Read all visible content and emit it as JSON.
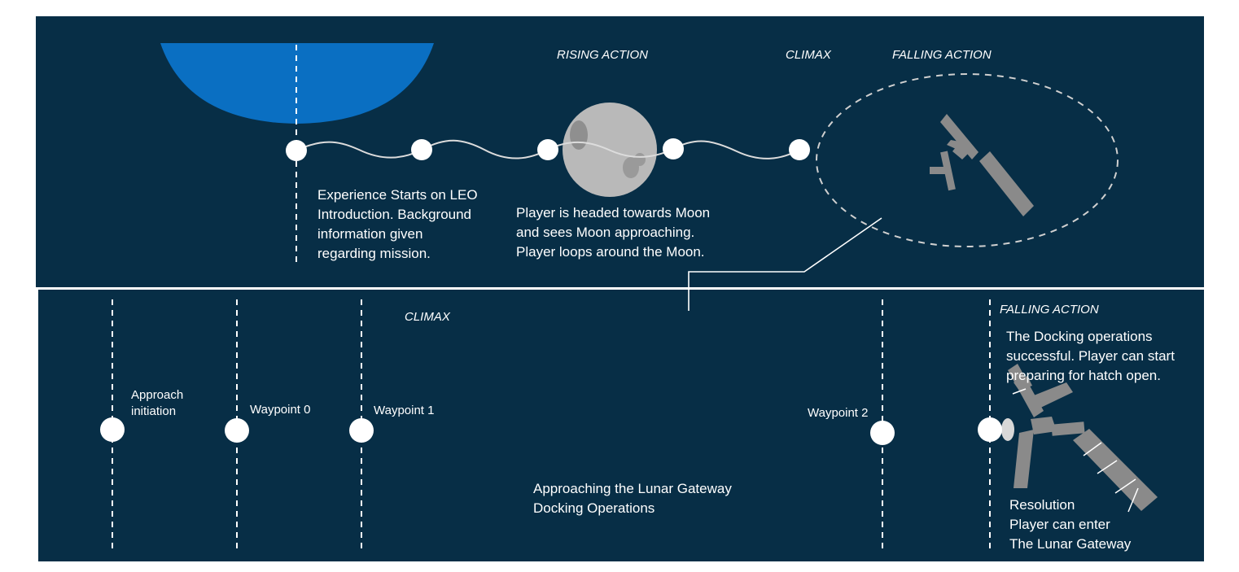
{
  "colors": {
    "panel": "#072e46",
    "earth": "#0a6fc2",
    "moon": "#b9b9b9",
    "station": "#8a8a8a",
    "node": "#ffffff"
  },
  "top": {
    "stages": {
      "rising_action": "RISING ACTION",
      "climax": "CLIMAX",
      "falling_action": "FALLING ACTION"
    },
    "leo_text": [
      "Experience Starts on LEO",
      "Introduction. Background",
      "information given",
      "regarding mission."
    ],
    "moon_text": [
      "Player is headed towards Moon",
      "and sees Moon approaching.",
      "Player loops around the Moon."
    ]
  },
  "bottom": {
    "stages": {
      "climax": "CLIMAX",
      "falling_action": "FALLING ACTION"
    },
    "waypoints": {
      "approach": [
        "Approach",
        "initiation"
      ],
      "wp0": "Waypoint 0",
      "wp1": "Waypoint 1",
      "wp2": "Waypoint 2"
    },
    "center_text": [
      "Approaching the Lunar Gateway",
      "Docking Operations"
    ],
    "docking_text": [
      "The Docking operations",
      "successful. Player can start",
      "preparing for hatch open."
    ],
    "resolution_text": [
      "Resolution",
      "Player can enter",
      "The Lunar Gateway"
    ]
  }
}
